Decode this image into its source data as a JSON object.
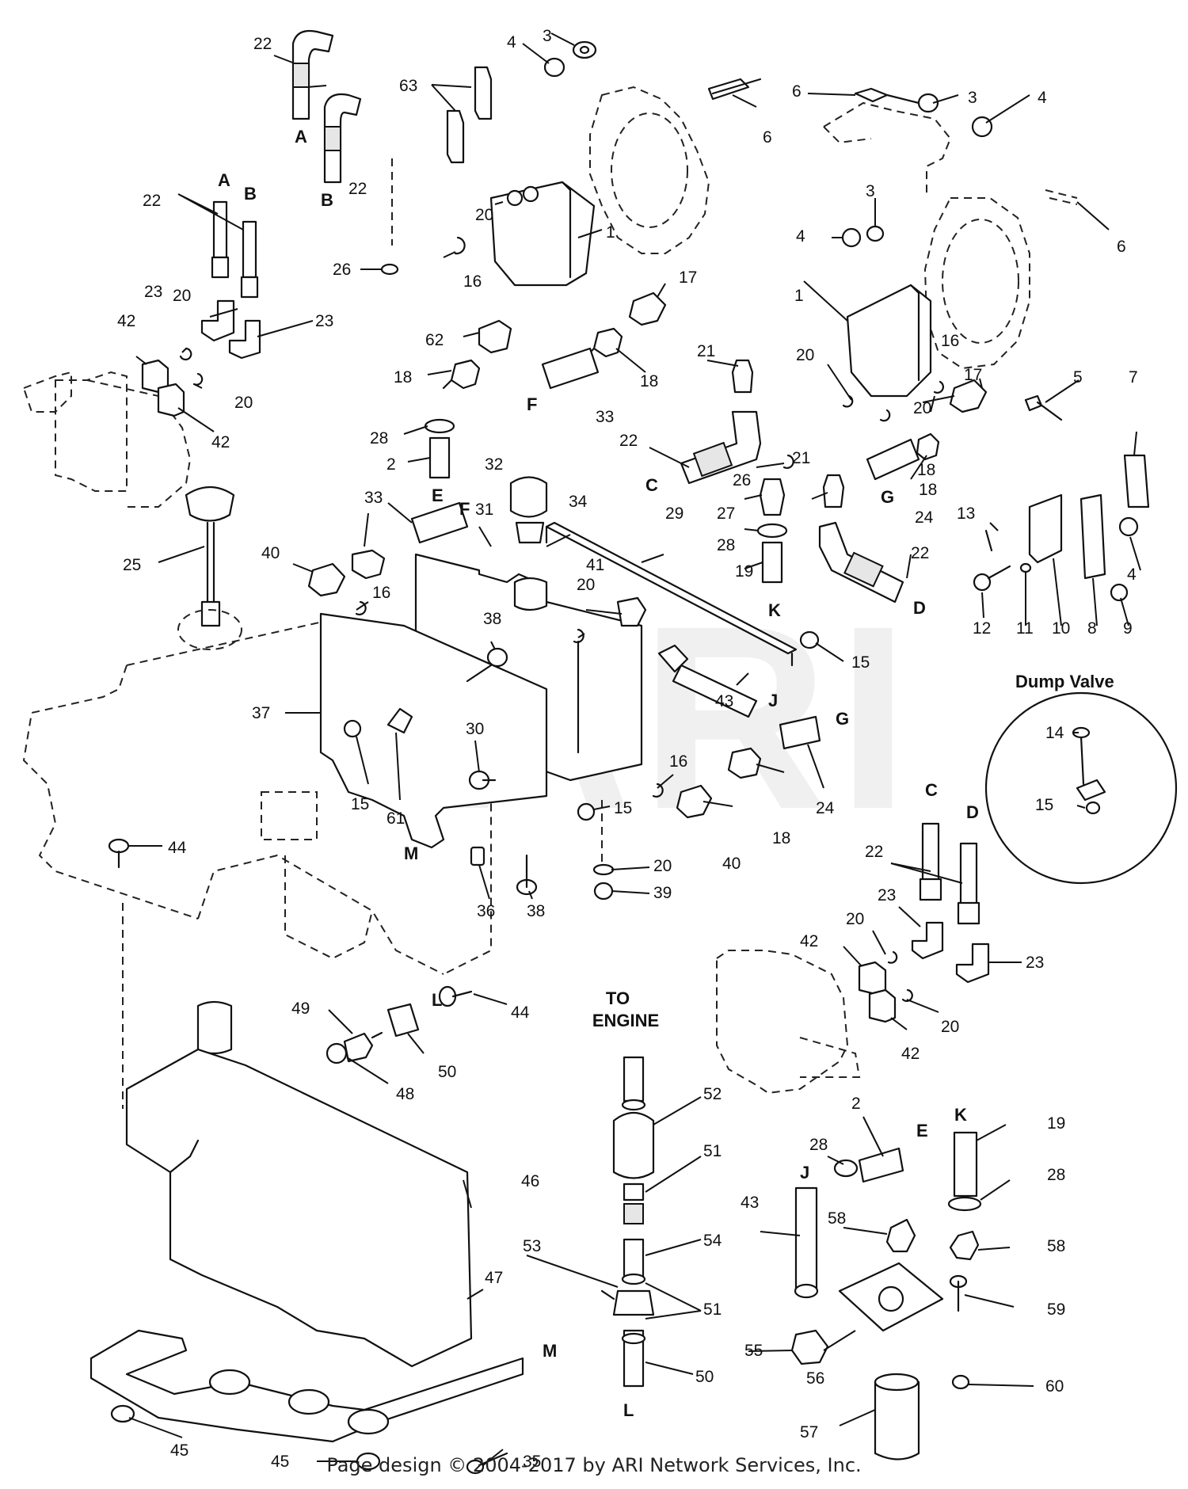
{
  "watermark": "ARI",
  "inset_title": "Dump Valve",
  "to_engine_line1": "TO",
  "to_engine_line2": "ENGINE",
  "footer": "Page design © 2004-2017 by ARI Network Services, Inc.",
  "callouts": [
    {
      "id": "c22a",
      "text": "22"
    },
    {
      "id": "c22b",
      "text": "22"
    },
    {
      "id": "c3a",
      "text": "3"
    },
    {
      "id": "c4a",
      "text": "4"
    },
    {
      "id": "c63",
      "text": "63"
    },
    {
      "id": "c6a",
      "text": "6"
    },
    {
      "id": "c6b",
      "text": "6"
    },
    {
      "id": "c3b",
      "text": "3"
    },
    {
      "id": "c4b",
      "text": "4"
    },
    {
      "id": "c6c",
      "text": "6"
    },
    {
      "id": "c22c",
      "text": "22"
    },
    {
      "id": "c20a",
      "text": "20"
    },
    {
      "id": "c1a",
      "text": "1"
    },
    {
      "id": "c26a",
      "text": "26"
    },
    {
      "id": "c16a",
      "text": "16"
    },
    {
      "id": "c3c",
      "text": "3"
    },
    {
      "id": "c4c",
      "text": "4"
    },
    {
      "id": "c23a",
      "text": "23"
    },
    {
      "id": "c23b",
      "text": "23"
    },
    {
      "id": "c20b",
      "text": "20"
    },
    {
      "id": "c42a",
      "text": "42"
    },
    {
      "id": "c20c",
      "text": "20"
    },
    {
      "id": "c42b",
      "text": "42"
    },
    {
      "id": "c17a",
      "text": "17"
    },
    {
      "id": "c62",
      "text": "62"
    },
    {
      "id": "c18a",
      "text": "18"
    },
    {
      "id": "c18b",
      "text": "18"
    },
    {
      "id": "c1b",
      "text": "1"
    },
    {
      "id": "c21a",
      "text": "21"
    },
    {
      "id": "c33a",
      "text": "33"
    },
    {
      "id": "c20d",
      "text": "20"
    },
    {
      "id": "c16b",
      "text": "16"
    },
    {
      "id": "c20e",
      "text": "20"
    },
    {
      "id": "c17b",
      "text": "17"
    },
    {
      "id": "c5",
      "text": "5"
    },
    {
      "id": "c7",
      "text": "7"
    },
    {
      "id": "c28a",
      "text": "28"
    },
    {
      "id": "c2a",
      "text": "2"
    },
    {
      "id": "c22d",
      "text": "22"
    },
    {
      "id": "c26b",
      "text": "26"
    },
    {
      "id": "c18c",
      "text": "18"
    },
    {
      "id": "c24a",
      "text": "24"
    },
    {
      "id": "c32",
      "text": "32"
    },
    {
      "id": "c33b",
      "text": "33"
    },
    {
      "id": "c31",
      "text": "31"
    },
    {
      "id": "c34",
      "text": "34"
    },
    {
      "id": "c29",
      "text": "29"
    },
    {
      "id": "c27",
      "text": "27"
    },
    {
      "id": "c21b",
      "text": "21"
    },
    {
      "id": "c13",
      "text": "13"
    },
    {
      "id": "c18d",
      "text": "18"
    },
    {
      "id": "c28b",
      "text": "28"
    },
    {
      "id": "c22e",
      "text": "22"
    },
    {
      "id": "c25",
      "text": "25"
    },
    {
      "id": "c40a",
      "text": "40"
    },
    {
      "id": "c41",
      "text": "41"
    },
    {
      "id": "c19a",
      "text": "19"
    },
    {
      "id": "c4d",
      "text": "4"
    },
    {
      "id": "c16c",
      "text": "16"
    },
    {
      "id": "c20f",
      "text": "20"
    },
    {
      "id": "c12",
      "text": "12"
    },
    {
      "id": "c11",
      "text": "11"
    },
    {
      "id": "c10",
      "text": "10"
    },
    {
      "id": "c8",
      "text": "8"
    },
    {
      "id": "c9",
      "text": "9"
    },
    {
      "id": "c38a",
      "text": "38"
    },
    {
      "id": "c15a",
      "text": "15"
    },
    {
      "id": "c37",
      "text": "37"
    },
    {
      "id": "c43a",
      "text": "43"
    },
    {
      "id": "c14",
      "text": "14"
    },
    {
      "id": "c30",
      "text": "30"
    },
    {
      "id": "c16d",
      "text": "16"
    },
    {
      "id": "c15b",
      "text": "15"
    },
    {
      "id": "c61",
      "text": "61"
    },
    {
      "id": "c15c",
      "text": "15"
    },
    {
      "id": "c18e",
      "text": "18"
    },
    {
      "id": "c24b",
      "text": "24"
    },
    {
      "id": "c40b",
      "text": "40"
    },
    {
      "id": "c15d",
      "text": "15"
    },
    {
      "id": "c44a",
      "text": "44"
    },
    {
      "id": "c22f",
      "text": "22"
    },
    {
      "id": "c20g",
      "text": "20"
    },
    {
      "id": "c36",
      "text": "36"
    },
    {
      "id": "c38b",
      "text": "38"
    },
    {
      "id": "c39",
      "text": "39"
    },
    {
      "id": "c23c",
      "text": "23"
    },
    {
      "id": "c20h",
      "text": "20"
    },
    {
      "id": "c42c",
      "text": "42"
    },
    {
      "id": "c23d",
      "text": "23"
    },
    {
      "id": "c20i",
      "text": "20"
    },
    {
      "id": "c49",
      "text": "49"
    },
    {
      "id": "c44b",
      "text": "44"
    },
    {
      "id": "c42d",
      "text": "42"
    },
    {
      "id": "c50a",
      "text": "50"
    },
    {
      "id": "c48",
      "text": "48"
    },
    {
      "id": "c52",
      "text": "52"
    },
    {
      "id": "c2b",
      "text": "2"
    },
    {
      "id": "c19b",
      "text": "19"
    },
    {
      "id": "c51a",
      "text": "51"
    },
    {
      "id": "c28c",
      "text": "28"
    },
    {
      "id": "c28d",
      "text": "28"
    },
    {
      "id": "c46",
      "text": "46"
    },
    {
      "id": "c43b",
      "text": "43"
    },
    {
      "id": "c58a",
      "text": "58"
    },
    {
      "id": "c54",
      "text": "54"
    },
    {
      "id": "c58b",
      "text": "58"
    },
    {
      "id": "c53",
      "text": "53"
    },
    {
      "id": "c59",
      "text": "59"
    },
    {
      "id": "c51b",
      "text": "51"
    },
    {
      "id": "c47",
      "text": "47"
    },
    {
      "id": "c55",
      "text": "55"
    },
    {
      "id": "c50b",
      "text": "50"
    },
    {
      "id": "c56",
      "text": "56"
    },
    {
      "id": "c60",
      "text": "60"
    },
    {
      "id": "c45a",
      "text": "45"
    },
    {
      "id": "c45b",
      "text": "45"
    },
    {
      "id": "c35",
      "text": "35"
    },
    {
      "id": "c57",
      "text": "57"
    }
  ],
  "connection_letters": [
    {
      "id": "lA1",
      "text": "A"
    },
    {
      "id": "lB1",
      "text": "B"
    },
    {
      "id": "lA2",
      "text": "A"
    },
    {
      "id": "lB2",
      "text": "B"
    },
    {
      "id": "lF1",
      "text": "F"
    },
    {
      "id": "lE1",
      "text": "E"
    },
    {
      "id": "lF2",
      "text": "F"
    },
    {
      "id": "lC1",
      "text": "C"
    },
    {
      "id": "lG1",
      "text": "G"
    },
    {
      "id": "lK1",
      "text": "K"
    },
    {
      "id": "lD1",
      "text": "D"
    },
    {
      "id": "lJ1",
      "text": "J"
    },
    {
      "id": "lG2",
      "text": "G"
    },
    {
      "id": "lC2",
      "text": "C"
    },
    {
      "id": "lD2",
      "text": "D"
    },
    {
      "id": "lM1",
      "text": "M"
    },
    {
      "id": "lL1",
      "text": "L"
    },
    {
      "id": "lE2",
      "text": "E"
    },
    {
      "id": "lK2",
      "text": "K"
    },
    {
      "id": "lJ2",
      "text": "J"
    },
    {
      "id": "lM2",
      "text": "M"
    },
    {
      "id": "lL2",
      "text": "L"
    }
  ]
}
